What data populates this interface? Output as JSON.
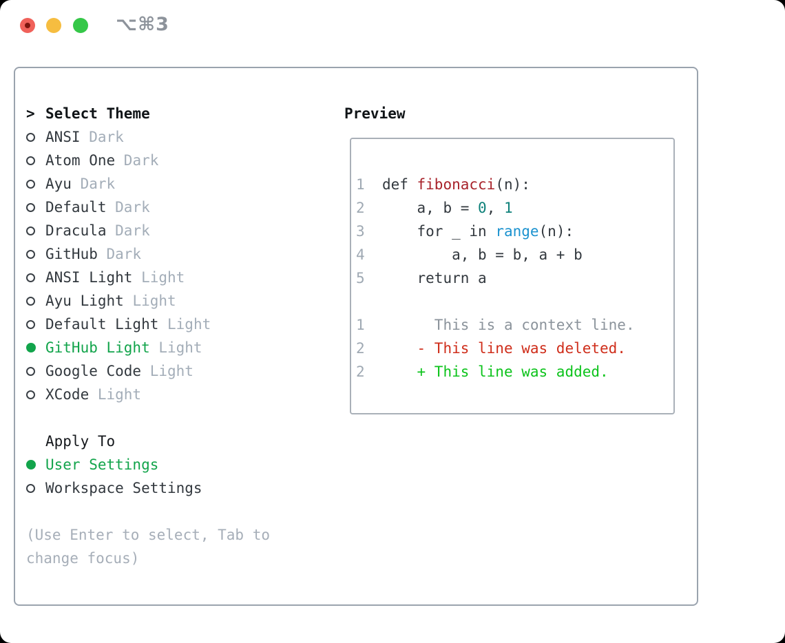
{
  "titlebar": {
    "shortcut": "⌥⌘3"
  },
  "traffic_lights": {
    "close": "#f0615a",
    "close_unsaved_dot": "#7d150e",
    "minimize": "#f6bd40",
    "zoom": "#35c748"
  },
  "theme_list": {
    "header_prefix": ">",
    "header": "Select Theme",
    "items": [
      {
        "name": "ANSI",
        "variant": "Dark",
        "selected": false
      },
      {
        "name": "Atom One",
        "variant": "Dark",
        "selected": false
      },
      {
        "name": "Ayu",
        "variant": "Dark",
        "selected": false
      },
      {
        "name": "Default",
        "variant": "Dark",
        "selected": false
      },
      {
        "name": "Dracula",
        "variant": "Dark",
        "selected": false
      },
      {
        "name": "GitHub",
        "variant": "Dark",
        "selected": false
      },
      {
        "name": "ANSI Light",
        "variant": "Light",
        "selected": false
      },
      {
        "name": "Ayu Light",
        "variant": "Light",
        "selected": false
      },
      {
        "name": "Default Light",
        "variant": "Light",
        "selected": false
      },
      {
        "name": "GitHub Light",
        "variant": "Light",
        "selected": true
      },
      {
        "name": "Google Code",
        "variant": "Light",
        "selected": false
      },
      {
        "name": "XCode",
        "variant": "Light",
        "selected": false
      }
    ]
  },
  "apply_to": {
    "header": "Apply To",
    "items": [
      {
        "name": "User Settings",
        "selected": true
      },
      {
        "name": "Workspace Settings",
        "selected": false
      }
    ]
  },
  "hint_lines": [
    "(Use Enter to select, Tab to",
    "change focus)"
  ],
  "preview": {
    "header": "Preview",
    "lines": [
      [
        {
          "t": "1",
          "s": "lineno"
        },
        {
          "t": "  def ",
          "s": "plain"
        },
        {
          "t": "fibonacci",
          "s": "function"
        },
        {
          "t": "(n):",
          "s": "plain"
        }
      ],
      [
        {
          "t": "2",
          "s": "lineno"
        },
        {
          "t": "      a, b = ",
          "s": "plain"
        },
        {
          "t": "0",
          "s": "number"
        },
        {
          "t": ", ",
          "s": "plain"
        },
        {
          "t": "1",
          "s": "number"
        }
      ],
      [
        {
          "t": "3",
          "s": "lineno"
        },
        {
          "t": "      for _ in ",
          "s": "plain"
        },
        {
          "t": "range",
          "s": "builtin"
        },
        {
          "t": "(n):",
          "s": "plain"
        }
      ],
      [
        {
          "t": "4",
          "s": "lineno"
        },
        {
          "t": "          a, b = b, a + b",
          "s": "plain"
        }
      ],
      [
        {
          "t": "5",
          "s": "lineno"
        },
        {
          "t": "      return a",
          "s": "plain"
        }
      ],
      [],
      [
        {
          "t": "1",
          "s": "lineno"
        },
        {
          "t": "        This is a context line.",
          "s": "context"
        }
      ],
      [
        {
          "t": "2",
          "s": "lineno"
        },
        {
          "t": "      - This line was deleted.",
          "s": "deleted"
        }
      ],
      [
        {
          "t": "2",
          "s": "lineno"
        },
        {
          "t": "      + This line was added.",
          "s": "added"
        }
      ]
    ]
  },
  "colors": {
    "accent_green": "#12a44b",
    "lineno": "#9fa9b3",
    "plain": "#32383e",
    "function": "#a8232b",
    "number": "#0d8079",
    "builtin": "#1b92cf",
    "context": "#8b939b",
    "deleted": "#cf2d1a",
    "added": "#0cc31b"
  }
}
